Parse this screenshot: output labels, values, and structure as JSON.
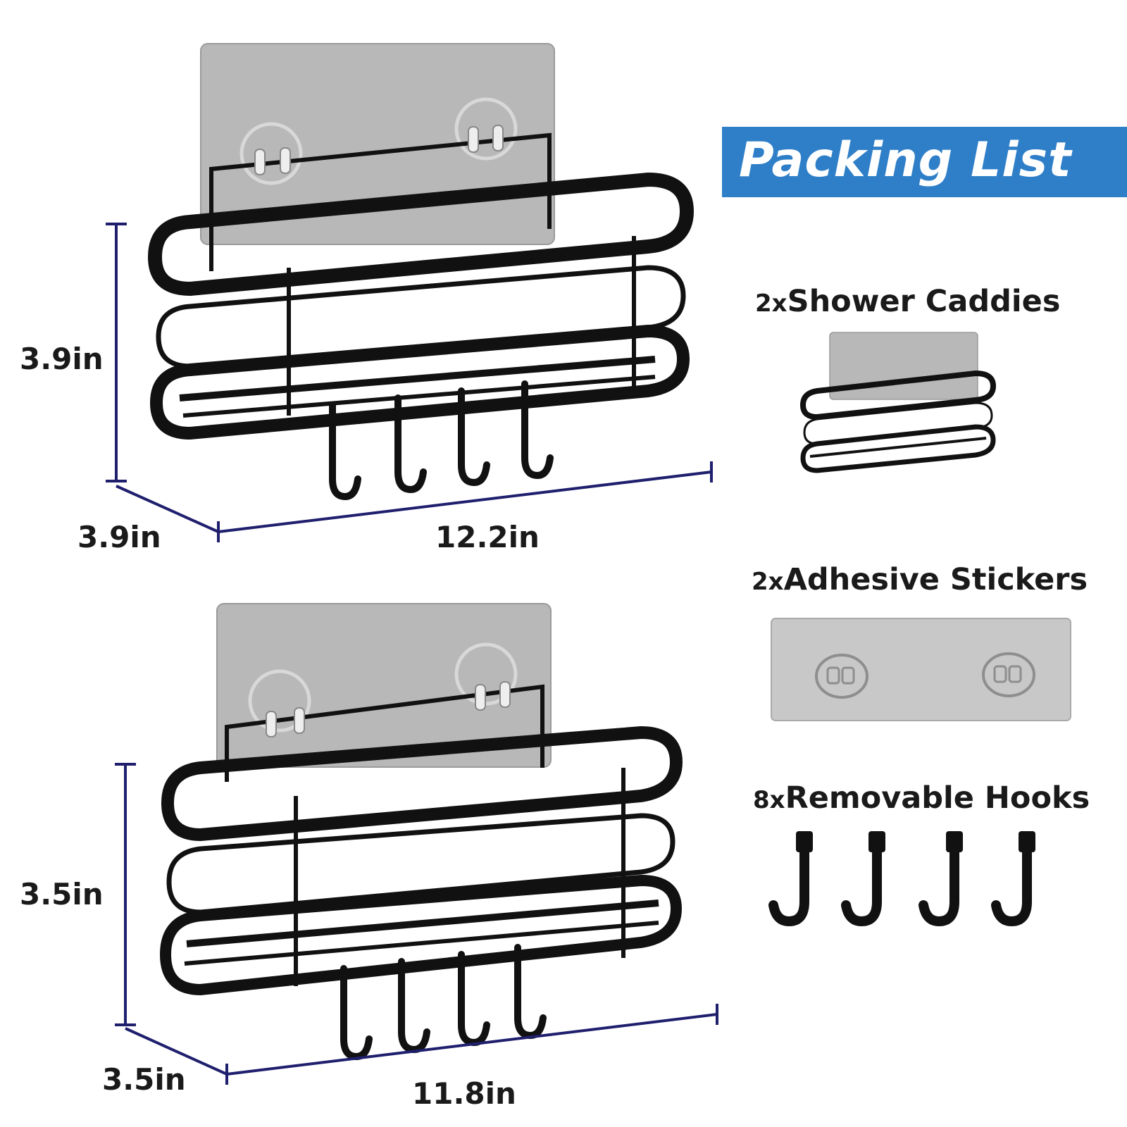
{
  "packing_list": {
    "title": "Packing List",
    "items": [
      {
        "qty": "2x",
        "name": "Shower Caddies"
      },
      {
        "qty": "2x",
        "name": "Adhesive Stickers"
      },
      {
        "qty": "8x",
        "name": "Removable Hooks"
      }
    ]
  },
  "large_caddy": {
    "height": "3.9in",
    "depth": "3.9in",
    "width": "12.2in"
  },
  "small_caddy": {
    "height": "3.5in",
    "depth": "3.5in",
    "width": "11.8in"
  },
  "colors": {
    "banner": "#2f7fc8",
    "dimension_line": "#1f1f6e",
    "metal": "#111111",
    "sticker": "#b9b9b9"
  }
}
